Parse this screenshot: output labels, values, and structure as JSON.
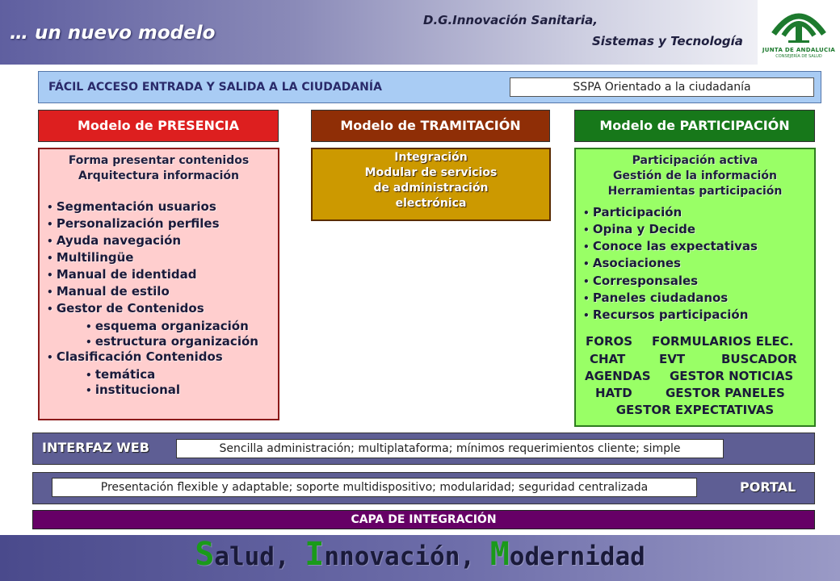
{
  "header": {
    "tagline": "… un nuevo modelo",
    "org_line1": "D.G.Innovación Sanitaria,",
    "org_line2": "Sistemas y Tecnología",
    "logo_text": "JUNTA DE ANDALUCIA",
    "logo_subtext": "CONSEJERÍA DE SALUD"
  },
  "access": {
    "label": "FÁCIL ACCESO ENTRADA Y SALIDA A LA CIUDADANÍA",
    "box": "SSPA Orientado a la ciudadanía"
  },
  "models": {
    "presencia": {
      "title": "Modelo de PRESENCIA",
      "heading1": "Forma presentar contenidos",
      "heading2": "Arquitectura información",
      "items": [
        "Segmentación usuarios",
        "Personalización perfiles",
        "Ayuda navegación",
        "Multilingüe",
        "Manual de identidad",
        "Manual de estilo",
        "Gestor de Contenidos",
        "esquema organización",
        "estructura organización",
        "Clasificación Contenidos",
        "temática",
        "institucional"
      ]
    },
    "tramitacion": {
      "title": "Modelo de TRAMITACIÓN",
      "lines": [
        "Integración",
        "Modular de servicios",
        "de administración",
        "electrónica"
      ]
    },
    "participacion": {
      "title": "Modelo de PARTICIPACIÓN",
      "heading1": "Participación activa",
      "heading2": "Gestión de la información",
      "heading3": "Herramientas participación",
      "items": [
        "Participación",
        "Opina y Decide",
        "Conoce las expectativas",
        "Asociaciones",
        "Corresponsales",
        "Paneles ciudadanos",
        "Recursos participación"
      ],
      "tools": {
        "foros": "FOROS",
        "formularios": "FORMULARIOS ELEC.",
        "chat": "CHAT",
        "evt": "EVT",
        "buscador": "BUSCADOR",
        "agendas": "AGENDAS",
        "gestor_noticias": "GESTOR NOTICIAS",
        "hatd": "HATD",
        "gestor_paneles": "GESTOR PANELES",
        "gestor_expectativas": "GESTOR EXPECTATIVAS"
      }
    }
  },
  "web": {
    "label": "INTERFAZ WEB",
    "desc": "Sencilla administración; multiplataforma; mínimos requerimientos cliente; simple"
  },
  "portal": {
    "label": "PORTAL",
    "desc": "Presentación flexible y adaptable; soporte multidispositivo; modularidad; seguridad centralizada"
  },
  "integration": {
    "label": "CAPA DE INTEGRACIÓN"
  },
  "footer": {
    "s_cap": "S",
    "s_rest": "alud,",
    "i_cap": "I",
    "i_rest": "nnovación,",
    "m_cap": "M",
    "m_rest": "odernidad"
  },
  "colors": {
    "presencia_header": "#dd1f1f",
    "presencia_panel": "#ffcece",
    "tramitacion_header": "#8f2e06",
    "tramitacion_panel": "#cc9900",
    "participacion_header": "#17781a",
    "participacion_panel": "#99ff66",
    "access_band": "#a9ccf4",
    "bar_blue": "#5e5e94",
    "integration_bar": "#660066",
    "slogan_caps": "#1a9a1a"
  }
}
